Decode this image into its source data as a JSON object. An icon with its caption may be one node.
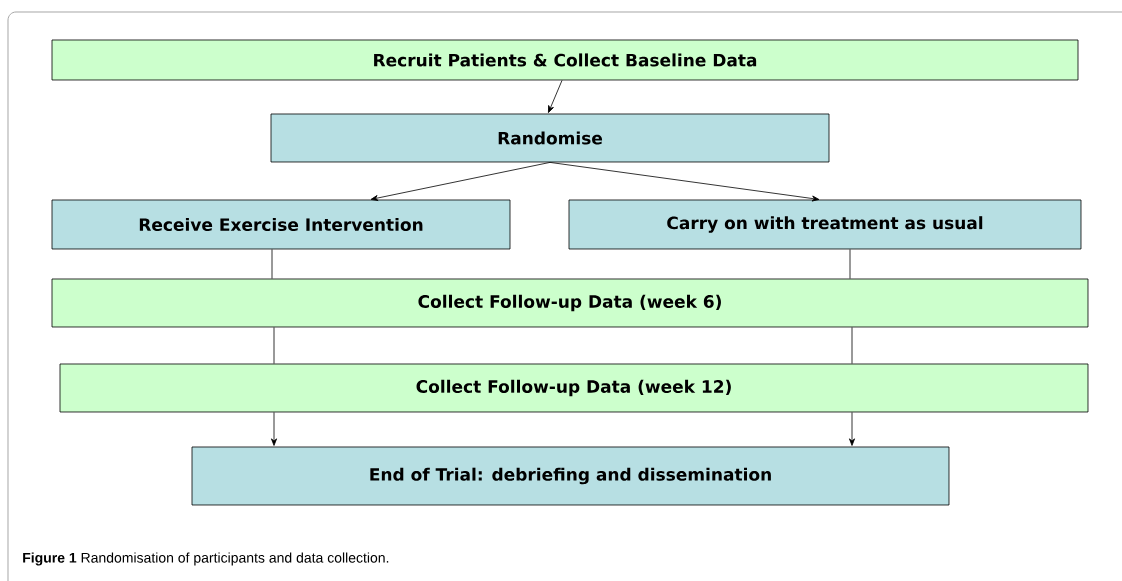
{
  "diagram": {
    "caption": "**Figure 1** Randomisation of participants and data collection.",
    "nodes": [
      {
        "text": [
          "Recruit Patients & Collect Baseline Data"
        ]
      },
      {
        "text": [
          "Randomise"
        ]
      },
      {
        "text": [
          "Receive Exercise Intervention"
        ]
      },
      {
        "text": [
          "Carry on with treatment as usual"
        ]
      },
      {
        "text": [
          "Collect Follow-up Data (week 6)"
        ]
      },
      {
        "text": [
          "Collect Follow-up Data (week 12)"
        ]
      },
      {
        "text": [
          "End of Trial: debriefing and dissemination"
        ]
      }
    ],
    "edges": [
      {
        "from": 0,
        "to": 1,
        "arrow": "to"
      },
      {
        "from": 1,
        "to": 2,
        "arrow": "to"
      },
      {
        "from": 1,
        "to": 3,
        "arrow": "to"
      },
      {
        "from": 2,
        "to": 4,
        "arrow": "none"
      },
      {
        "from": 3,
        "to": 4,
        "arrow": "none"
      },
      {
        "from": 4,
        "to": 5,
        "arrow": "none"
      },
      {
        "from": 4,
        "to": 5,
        "arrow": "none"
      },
      {
        "from": 5,
        "to": 6,
        "arrow": "to"
      },
      {
        "from": 5,
        "to": 6,
        "arrow": "to"
      }
    ]
  }
}
